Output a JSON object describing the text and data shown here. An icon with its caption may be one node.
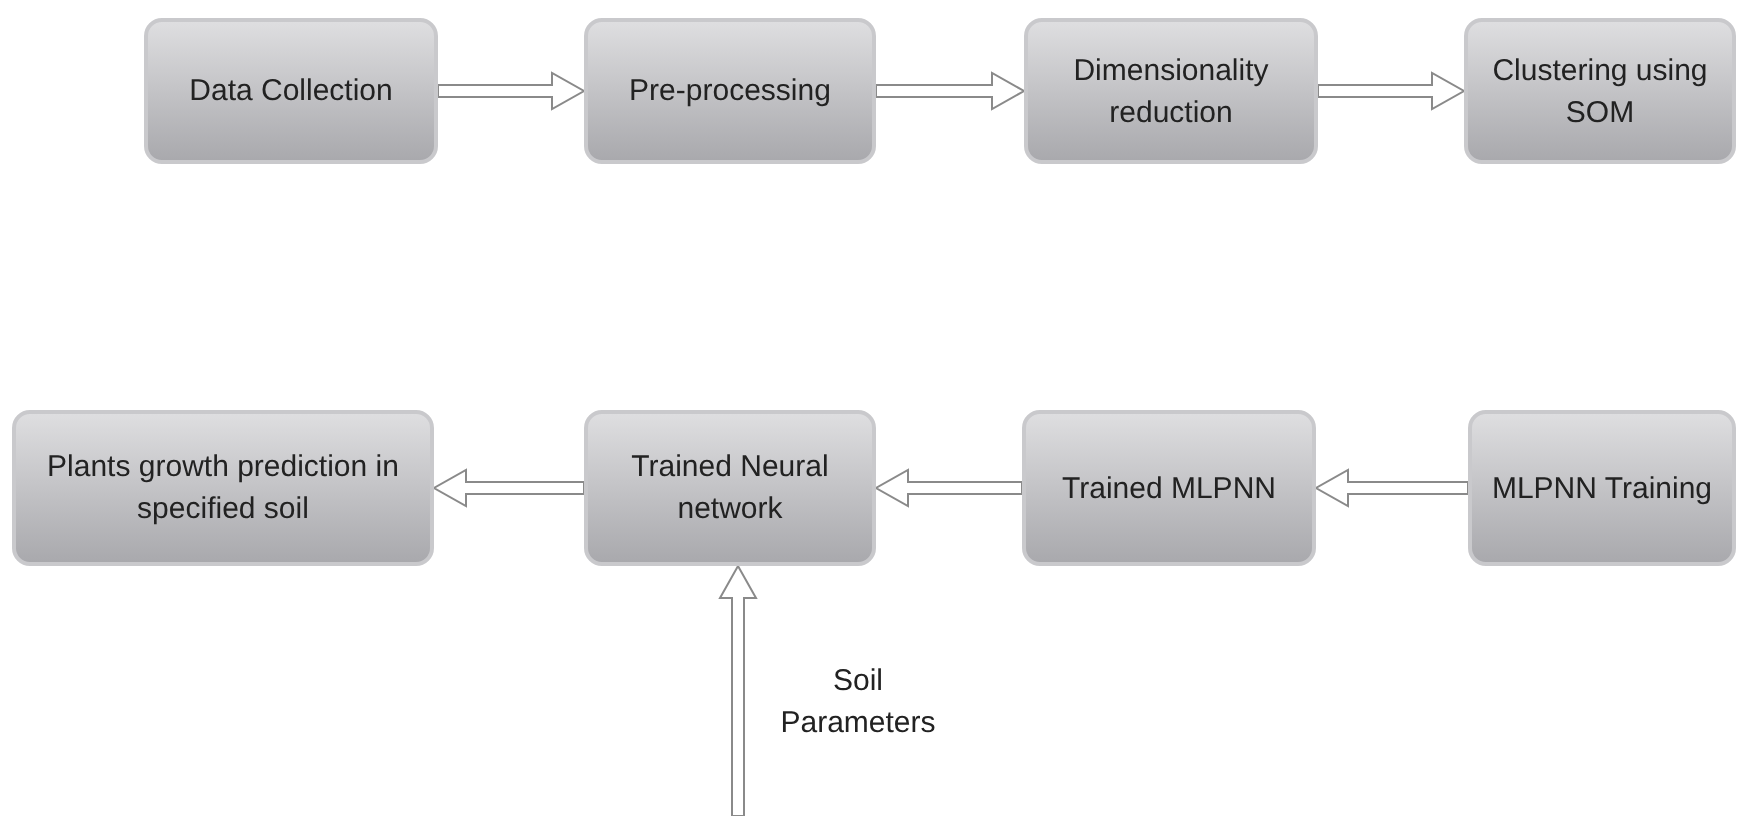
{
  "diagram": {
    "nodes": [
      {
        "text": [
          "Data Collection"
        ]
      },
      {
        "text": [
          "Pre-processing"
        ]
      },
      {
        "text": [
          "Dimensionality reduction"
        ]
      },
      {
        "text": [
          "Clustering using SOM"
        ]
      },
      {
        "text": [
          "Plants growth prediction in specified soil"
        ]
      },
      {
        "text": [
          "Trained Neural network"
        ]
      },
      {
        "text": [
          "Trained MLPNN"
        ]
      },
      {
        "text": [
          "MLPNN Training"
        ]
      }
    ],
    "edges": [
      {
        "from": 0,
        "to": 1,
        "arrow": "to"
      },
      {
        "from": 1,
        "to": 2,
        "arrow": "to"
      },
      {
        "from": 2,
        "to": 3,
        "arrow": "to"
      },
      {
        "from": 7,
        "to": 6,
        "arrow": "to"
      },
      {
        "from": 6,
        "to": 5,
        "arrow": "to"
      },
      {
        "from": 5,
        "to": 4,
        "arrow": "to"
      },
      {
        "from": null,
        "to": 5,
        "arrow": "to",
        "label": "Soil Parameters"
      }
    ]
  }
}
